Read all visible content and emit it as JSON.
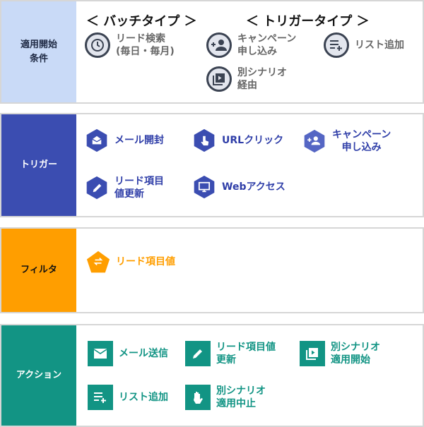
{
  "conditions": {
    "label": "適用開始\n条件",
    "batch_header": "＜ バッチタイプ ＞",
    "trigger_header": "＜ トリガータイプ ＞",
    "batch_item": "リード検索\n(毎日・毎月)",
    "campaign_item": "キャンペーン\n申し込み",
    "list_item": "リスト追加",
    "scenario_item": "別シナリオ\n経由"
  },
  "trigger": {
    "label": "トリガー",
    "items": [
      "メール開封",
      "URLクリック",
      "キャンペーン\n申し込み",
      "リード項目\n値更新",
      "Webアクセス"
    ]
  },
  "filter": {
    "label": "フィルタ",
    "item": "リード項目値"
  },
  "action": {
    "label": "アクション",
    "items": [
      "メール送信",
      "リード項目値\n更新",
      "別シナリオ\n適用開始",
      "リスト追加",
      "別シナリオ\n適用中止"
    ]
  },
  "colors": {
    "condition": "#c9daf7",
    "trigger": "#3b4db1",
    "filter": "#ff9e00",
    "action": "#129484"
  }
}
